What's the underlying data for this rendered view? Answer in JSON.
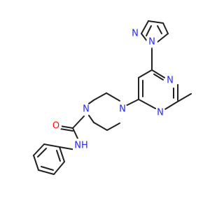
{
  "colors": {
    "bond": "#222222",
    "nitrogen": "#2626ff",
    "oxygen": "#ff0d0d",
    "background": "#ffffff"
  },
  "atoms": [
    {
      "id": "pz_n1",
      "element": "N",
      "label": "N"
    },
    {
      "id": "pz_n2",
      "element": "N",
      "label": "N"
    },
    {
      "id": "pm_n1",
      "element": "N",
      "label": "N"
    },
    {
      "id": "pm_n3",
      "element": "N",
      "label": "N"
    },
    {
      "id": "pip_n4",
      "element": "N",
      "label": "N"
    },
    {
      "id": "pip_n1",
      "element": "N",
      "label": "N"
    },
    {
      "id": "carbonyl_o",
      "element": "O",
      "label": "O"
    },
    {
      "id": "amide_nh",
      "element": "N",
      "label": "NH"
    }
  ]
}
